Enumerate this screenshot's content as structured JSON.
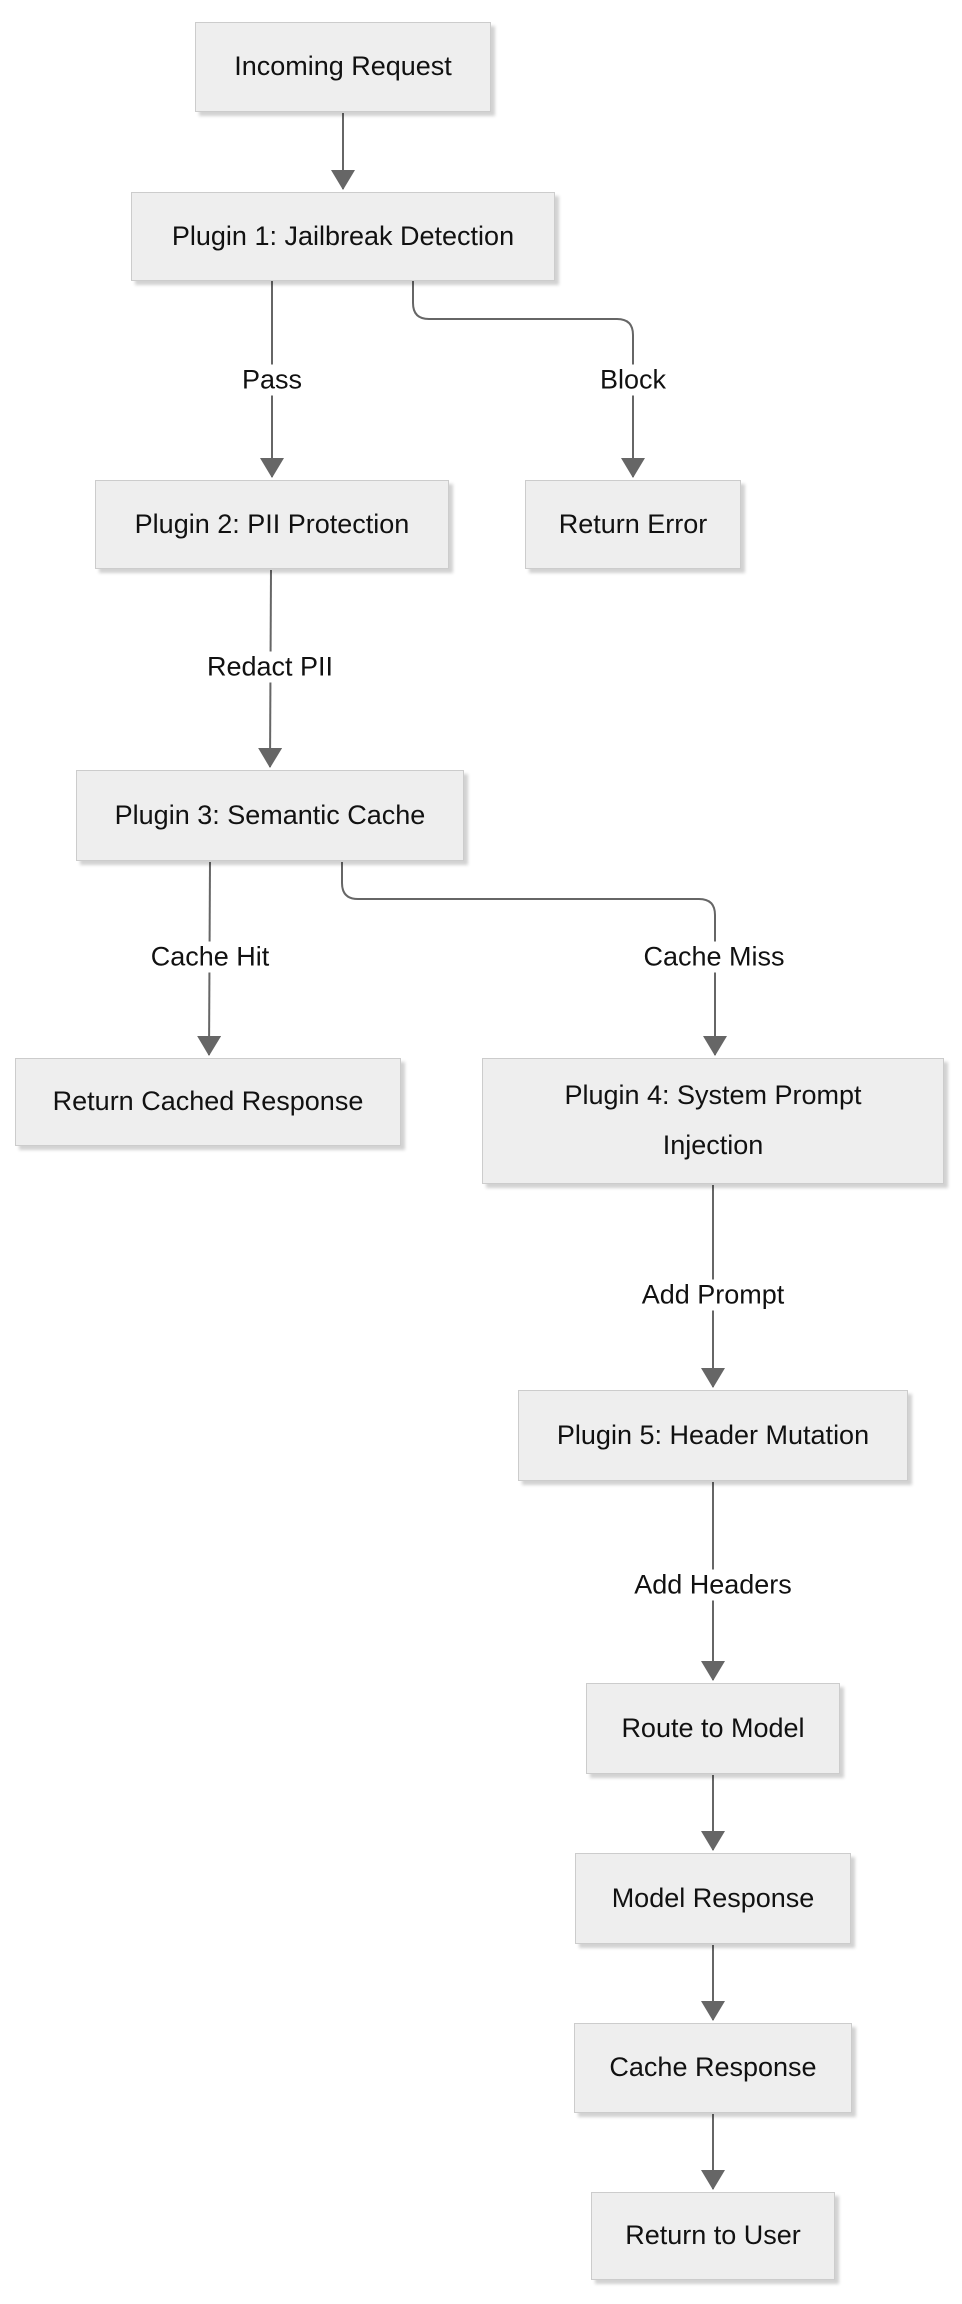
{
  "diagram": {
    "type": "flowchart",
    "direction": "top-down",
    "background_color": "#ffffff",
    "node_fill_color": "#eeeeee",
    "node_border_color": "#cccccc",
    "edge_color": "#666666",
    "text_color": "#111111"
  },
  "nodes": {
    "incoming_request": {
      "label": "Incoming Request"
    },
    "plugin1": {
      "label": "Plugin 1: Jailbreak Detection"
    },
    "plugin2": {
      "label": "Plugin 2: PII Protection"
    },
    "return_error": {
      "label": "Return Error"
    },
    "plugin3": {
      "label": "Plugin 3: Semantic Cache"
    },
    "return_cached_response": {
      "label": "Return Cached Response"
    },
    "plugin4": {
      "label": "Plugin 4: System Prompt Injection"
    },
    "plugin5": {
      "label": "Plugin 5: Header Mutation"
    },
    "route_to_model": {
      "label": "Route to Model"
    },
    "model_response": {
      "label": "Model Response"
    },
    "cache_response": {
      "label": "Cache Response"
    },
    "return_to_user": {
      "label": "Return to User"
    }
  },
  "edges": [
    {
      "from": "incoming_request",
      "to": "plugin1",
      "label": ""
    },
    {
      "from": "plugin1",
      "to": "plugin2",
      "label": "Pass"
    },
    {
      "from": "plugin1",
      "to": "return_error",
      "label": "Block"
    },
    {
      "from": "plugin2",
      "to": "plugin3",
      "label": "Redact PII"
    },
    {
      "from": "plugin3",
      "to": "return_cached_response",
      "label": "Cache Hit"
    },
    {
      "from": "plugin3",
      "to": "plugin4",
      "label": "Cache Miss"
    },
    {
      "from": "plugin4",
      "to": "plugin5",
      "label": "Add Prompt"
    },
    {
      "from": "plugin5",
      "to": "route_to_model",
      "label": "Add Headers"
    },
    {
      "from": "route_to_model",
      "to": "model_response",
      "label": ""
    },
    {
      "from": "model_response",
      "to": "cache_response",
      "label": ""
    },
    {
      "from": "cache_response",
      "to": "return_to_user",
      "label": ""
    }
  ]
}
